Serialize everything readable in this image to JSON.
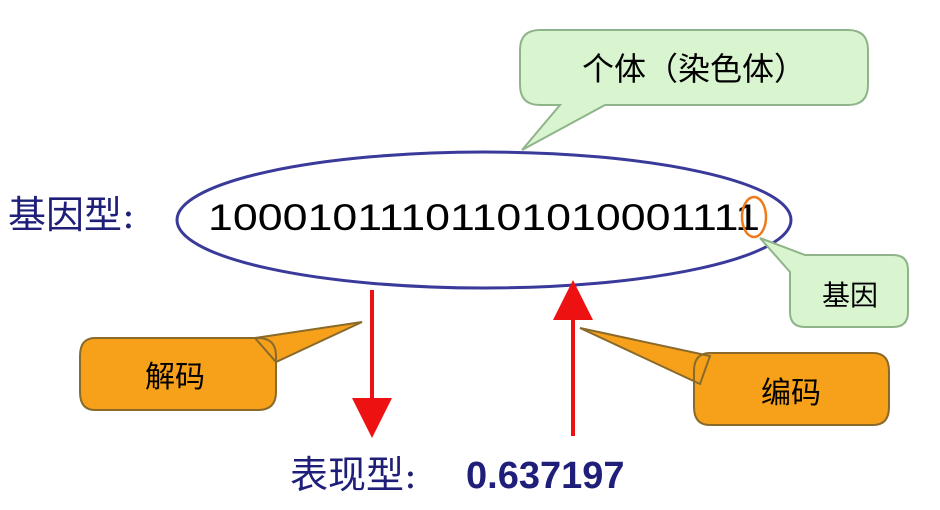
{
  "genotype": {
    "label": "基因型:",
    "bits": "10001011101101010001111"
  },
  "phenotype": {
    "label": "表现型:",
    "value": "0.637197"
  },
  "callouts": {
    "individual": "个体（染色体）",
    "gene": "基因",
    "decode": "解码",
    "encode": "编码"
  },
  "colors": {
    "ellipse": "#3a3a9a",
    "arrow": "#ee1111",
    "gene_marker": "#f07a1a",
    "green_callout_fill": "#d9f5d0",
    "green_callout_stroke": "#8fb48a",
    "orange_callout_fill": "#f7a11a",
    "orange_callout_stroke": "#8a6a2a",
    "label_text": "#1f1f7a"
  }
}
